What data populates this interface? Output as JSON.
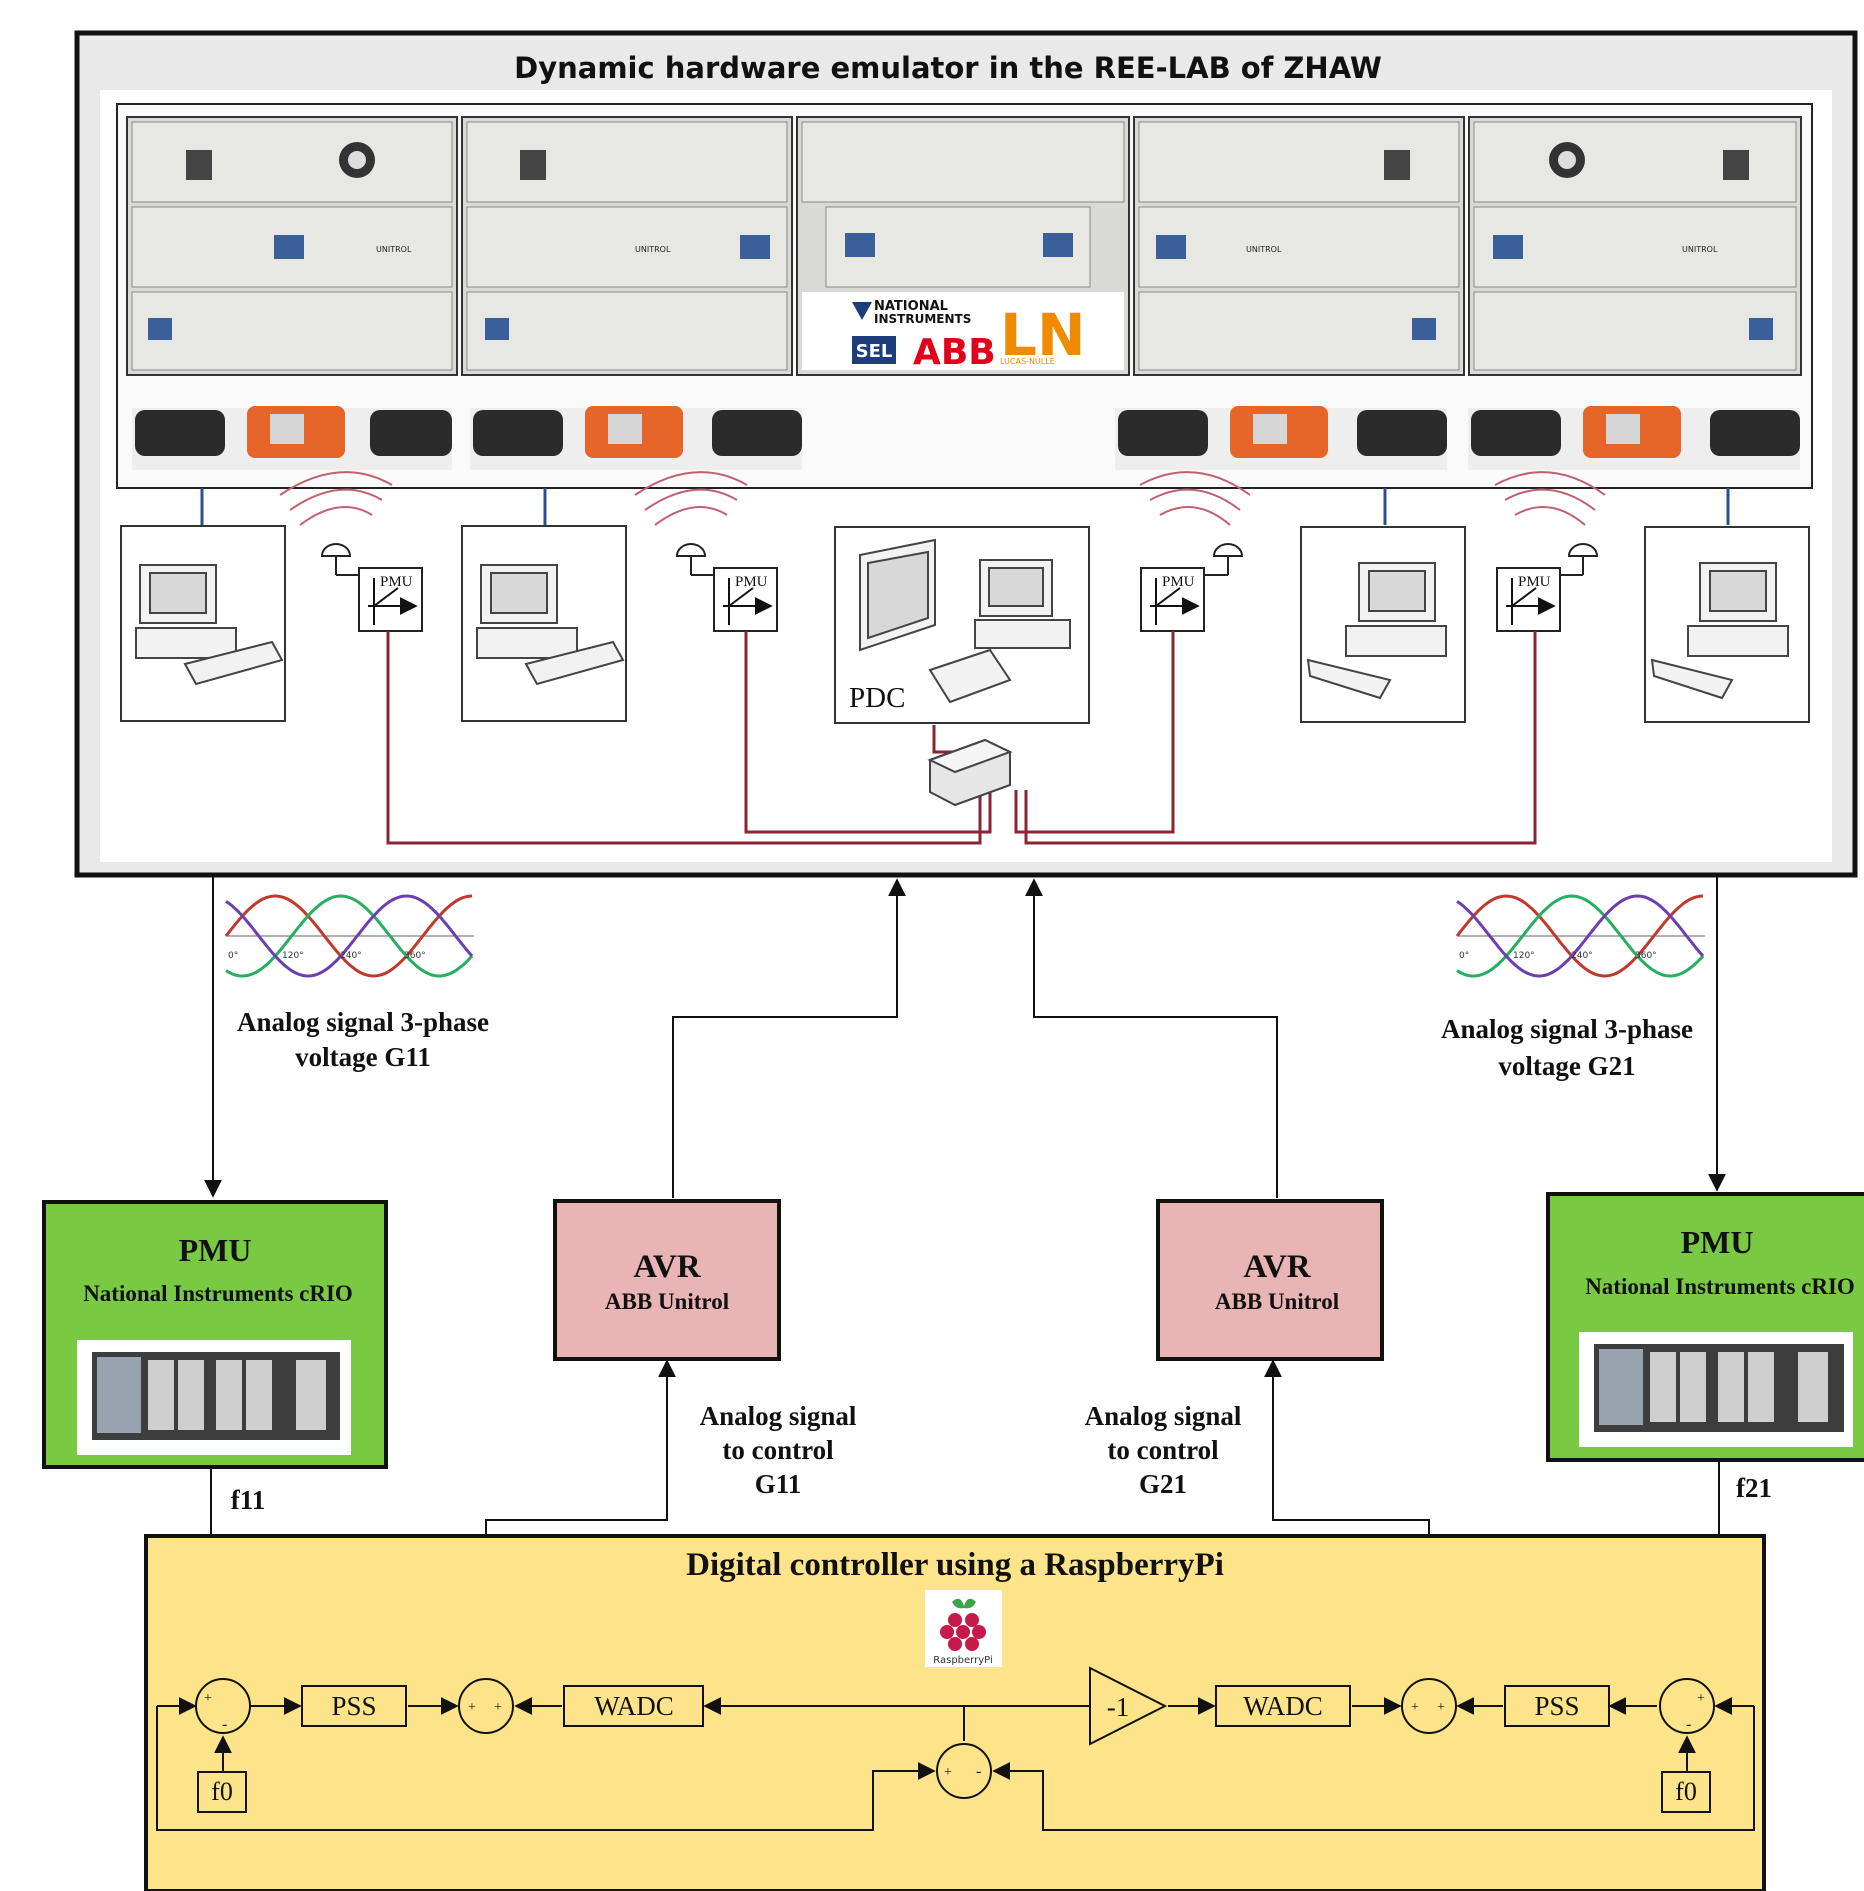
{
  "emulator": {
    "title": "Dynamic hardware emulator in the REE-LAB of ZHAW",
    "logos": {
      "ni_line1": "NATIONAL",
      "ni_line2": "INSTRUMENTS",
      "sel": "SEL",
      "abb": "ABB",
      "ln": "LN",
      "ln_sub": "LUCAS-NÜLLE"
    },
    "panel_labels": [
      "UNITROL",
      "UNITROL",
      "UNITROL",
      "UNITROL"
    ],
    "pmu_label": "PMU",
    "pdc_label": "PDC"
  },
  "waves": {
    "ticks": [
      "0°",
      "120°",
      "240°",
      "360°"
    ],
    "colors": [
      "#c0392b",
      "#27ae60",
      "#6c3fb0"
    ]
  },
  "signals": {
    "left": [
      "Analog signal 3-phase",
      "voltage G11"
    ],
    "right": [
      "Analog signal 3-phase",
      "voltage G21"
    ],
    "ctrl_left": [
      "Analog signal",
      "to control",
      "G11"
    ],
    "ctrl_right": [
      "Analog signal",
      "to control",
      "G21"
    ],
    "f_left": "f11",
    "f_right": "f21"
  },
  "pmu_blocks": {
    "title": "PMU",
    "subtitle": "National Instruments cRIO"
  },
  "avr_blocks": {
    "title": "AVR",
    "subtitle": "ABB Unitrol"
  },
  "controller": {
    "title": "Digital controller using a RaspberryPi",
    "logo_text": "RaspberryPi",
    "pss": "PSS",
    "wadc": "WADC",
    "gain": "-1",
    "f0": "f0",
    "plus": "+",
    "minus": "-"
  },
  "colors": {
    "green": "#7ac943",
    "pink": "#e8b4b4",
    "yellow": "#fde38a",
    "wire": "#8a2432",
    "link": "#2e4f8f"
  }
}
